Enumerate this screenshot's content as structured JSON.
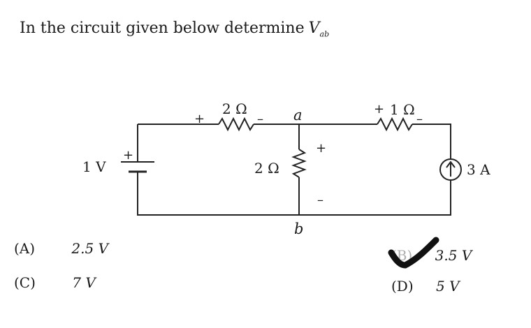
{
  "question": {
    "text": "In the circuit given below determine",
    "var_main": "V",
    "var_sub": "ab"
  },
  "circuit": {
    "source_label": "1 V",
    "source_plus": "+",
    "r_top_label": "2 Ω",
    "r_top_plus": "+",
    "r_top_minus": "–",
    "node_a": "a",
    "node_b": "b",
    "r_mid_label": "2 Ω",
    "r_mid_plus": "+",
    "r_mid_minus": "–",
    "r_right_label": "1 Ω",
    "r_right_plus": "+",
    "r_right_minus": "–",
    "current_label": "3 A"
  },
  "options": [
    {
      "label": "(A)",
      "value": "2.5 V"
    },
    {
      "label": "(C)",
      "value": "7 V"
    },
    {
      "label": "(B)",
      "value": "3.5 V",
      "marked": true
    },
    {
      "label": "(D)",
      "value": "5 V"
    }
  ]
}
